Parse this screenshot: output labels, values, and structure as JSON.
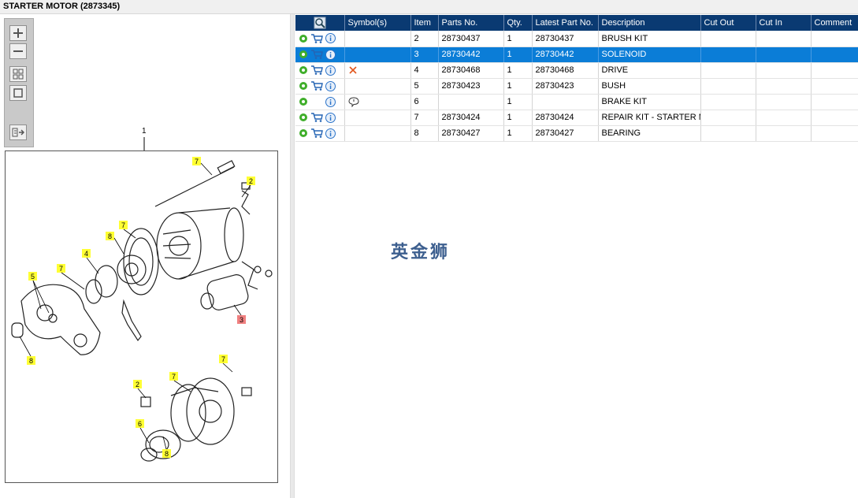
{
  "window": {
    "title": "STARTER MOTOR (2873345)"
  },
  "diagram": {
    "ref_label": "1",
    "callouts": [
      "7",
      "2",
      "7",
      "8",
      "4",
      "7",
      "5",
      "8",
      "3",
      "2",
      "7",
      "7",
      "6",
      "8"
    ]
  },
  "toolbar": {
    "zoom_in": "zoom-in-icon",
    "zoom_out": "zoom-out-icon",
    "fit_all": "fit-all-icon",
    "fit_page": "fit-page-icon",
    "export": "export-icon"
  },
  "table": {
    "headers": [
      "",
      "Symbol(s)",
      "Item",
      "Parts No.",
      "Qty.",
      "Latest Part No.",
      "Description",
      "Cut Out",
      "Cut In",
      "Comment"
    ],
    "rows": [
      {
        "item": "2",
        "part_no": "28730437",
        "qty": "1",
        "latest": "28730437",
        "desc": "BRUSH KIT",
        "symbol": "",
        "cart": true
      },
      {
        "item": "3",
        "part_no": "28730442",
        "qty": "1",
        "latest": "28730442",
        "desc": "SOLENOID",
        "symbol": "",
        "cart": true,
        "selected": true
      },
      {
        "item": "4",
        "part_no": "28730468",
        "qty": "1",
        "latest": "28730468",
        "desc": "DRIVE",
        "symbol": "x-mark-icon",
        "cart": true
      },
      {
        "item": "5",
        "part_no": "28730423",
        "qty": "1",
        "latest": "28730423",
        "desc": "BUSH",
        "symbol": "",
        "cart": true
      },
      {
        "item": "6",
        "part_no": "",
        "qty": "1",
        "latest": "",
        "desc": "BRAKE KIT",
        "symbol": "comment-icon",
        "cart": false
      },
      {
        "item": "7",
        "part_no": "28730424",
        "qty": "1",
        "latest": "28730424",
        "desc": "REPAIR KIT - STARTER MC",
        "symbol": "",
        "cart": true
      },
      {
        "item": "8",
        "part_no": "28730427",
        "qty": "1",
        "latest": "28730427",
        "desc": "BEARING",
        "symbol": "",
        "cart": true
      }
    ]
  },
  "watermark": "英金狮",
  "colors": {
    "header_bg": "#0a3a72",
    "selected_row": "#0b7dd7",
    "callout_yellow": "#ffff33",
    "callout_red": "#f08080"
  }
}
